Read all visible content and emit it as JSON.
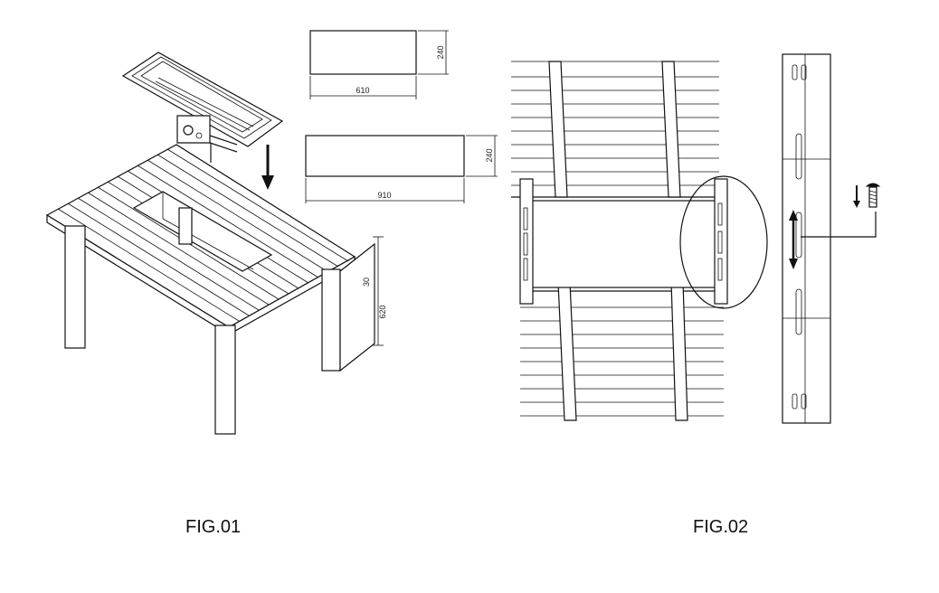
{
  "fig1": {
    "label": "FIG.01",
    "dim_small_width": "610",
    "dim_small_height": "240",
    "dim_large_width": "910",
    "dim_large_height": "240",
    "dim_table_top": "30",
    "dim_table_height": "620"
  },
  "fig2": {
    "label": "FIG.02"
  }
}
